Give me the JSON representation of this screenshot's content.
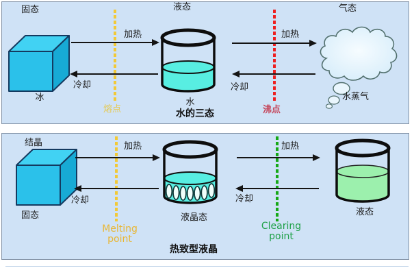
{
  "common": {
    "heat": "加热",
    "cool": "冷却"
  },
  "top_panel": {
    "caption": "水的三态",
    "label_solid": "固态",
    "label_liquid": "液态",
    "label_gas": "气态",
    "ice_label": "冰",
    "water_label": "水",
    "vapor_label": "水蒸气",
    "melting_point": "熔点",
    "boiling_point": "沸点"
  },
  "bottom_panel": {
    "caption": "热致型液晶",
    "label_crystal": "结晶",
    "label_solid": "固态",
    "label_lc_state": "液晶态",
    "label_liquid": "液态",
    "melting_point_line1": "Melting",
    "melting_point_line2": "point",
    "clearing_point_line1": "Clearing",
    "clearing_point_line2": "point"
  },
  "colors": {
    "panel_bg": "#cfe2f6",
    "panel_border": "#8191a5",
    "cube_front": "#2bc1ea",
    "cube_top": "#41d2f3",
    "cube_side": "#17aad5",
    "water_cyan": "#58eee2",
    "liquid_green": "#9cf0ad",
    "cloud_fill": "#daeefb",
    "melting_line": "#f2c937",
    "boiling_line": "#ee2020",
    "clearing_line": "#16a816",
    "melting_text_cn": "#e6c94f",
    "boiling_text_cn": "#c5495e",
    "melting_text_en": "#e9b633",
    "clearing_text_en": "#1fa048"
  }
}
